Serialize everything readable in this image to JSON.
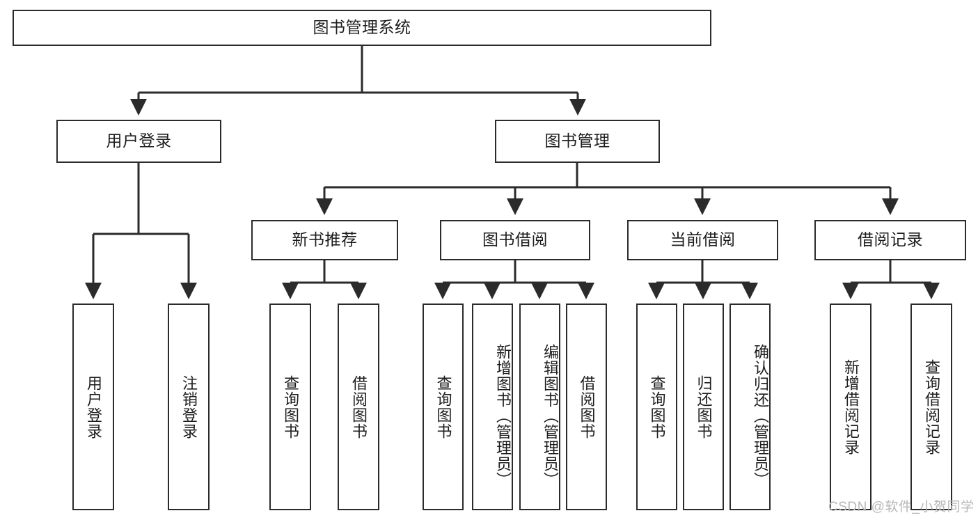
{
  "diagram": {
    "title": "图书管理系统",
    "type": "tree-hierarchy-diagram",
    "watermark": "CSDN @软件_小贺同学",
    "colors": {
      "background": "#ffffff",
      "node_fill": "#ffffff",
      "node_border": "#2b2b2b",
      "edge": "#2b2b2b",
      "text": "#1d1d1d",
      "watermark": "#b7b7b7"
    },
    "root": {
      "label": "图书管理系统"
    },
    "level2": [
      {
        "label": "用户登录"
      },
      {
        "label": "图书管理"
      }
    ],
    "level3": [
      {
        "label": "新书推荐"
      },
      {
        "label": "图书借阅"
      },
      {
        "label": "当前借阅"
      },
      {
        "label": "借阅记录"
      }
    ],
    "leaves": {
      "user_login": [
        {
          "label": "用户登录"
        },
        {
          "label": "注销登录"
        }
      ],
      "new_book_recommend": [
        {
          "label": "查询图书"
        },
        {
          "label": "借阅图书"
        }
      ],
      "book_borrow": [
        {
          "label": "查询图书"
        },
        {
          "label": "新增图书（管理员）"
        },
        {
          "label": "编辑图书（管理员）"
        },
        {
          "label": "借阅图书"
        }
      ],
      "current_borrow": [
        {
          "label": "查询图书"
        },
        {
          "label": "归还图书"
        },
        {
          "label": "确认归还（管理员）"
        }
      ],
      "borrow_record": [
        {
          "label": "新增借阅记录"
        },
        {
          "label": "查询借阅记录"
        }
      ]
    }
  }
}
